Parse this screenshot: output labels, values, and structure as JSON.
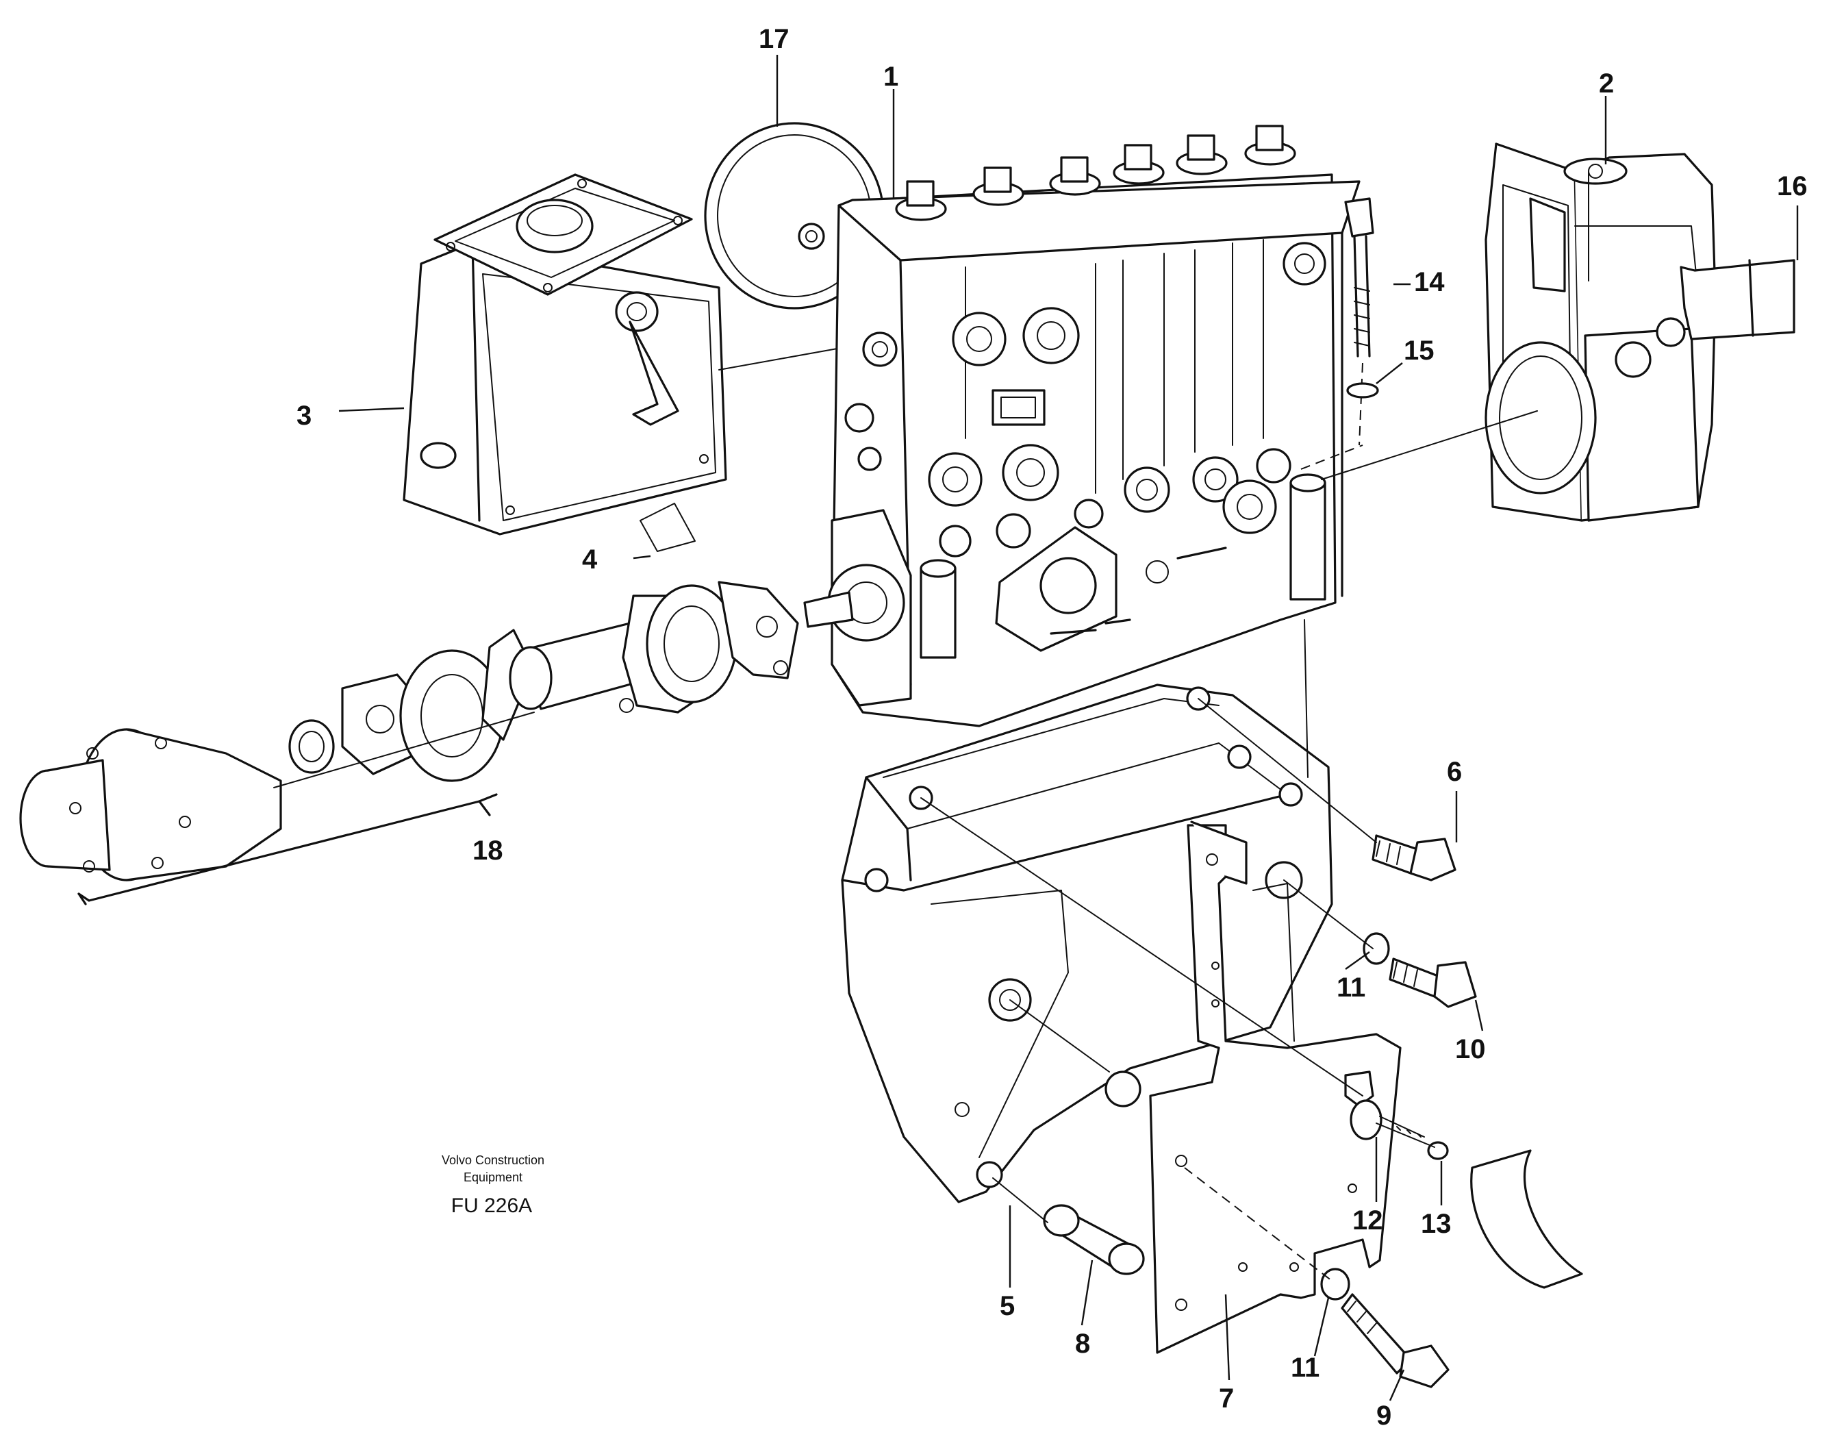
{
  "callouts": {
    "c1": "1",
    "c2": "2",
    "c3": "3",
    "c4": "4",
    "c5": "5",
    "c6": "6",
    "c7": "7",
    "c8": "8",
    "c9": "9",
    "c10": "10",
    "c11a": "11",
    "c11b": "11",
    "c12": "12",
    "c13": "13",
    "c14": "14",
    "c15": "15",
    "c16": "16",
    "c17": "17",
    "c18": "18"
  },
  "caption": {
    "line1": "Volvo Construction",
    "line2": "Equipment",
    "code": "FU 226A"
  }
}
